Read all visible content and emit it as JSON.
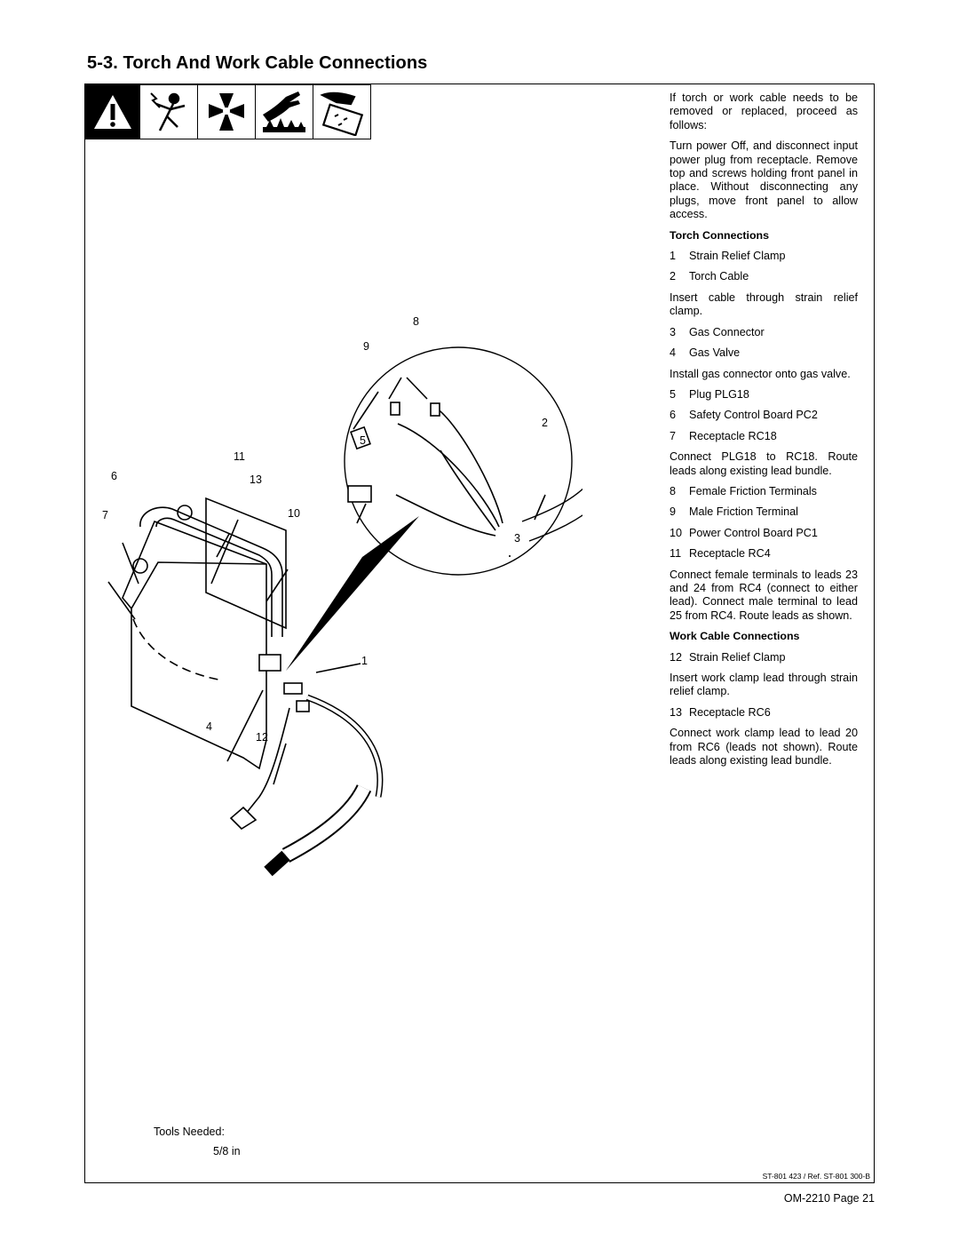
{
  "section": {
    "title": "5-3.   Torch And Work Cable Connections"
  },
  "warnings": {
    "icons": [
      "warning-triangle-icon",
      "electric-shock-icon",
      "moving-parts-icon",
      "hot-parts-icon",
      "static-electricity-board-icon"
    ]
  },
  "instructions": {
    "intro": "If torch or work cable needs to be removed or replaced, proceed as follows:",
    "power_off": "Turn power Off, and disconnect input power plug from receptacle. Remove top and screws holding front panel in place. Without disconnecting any plugs, move front panel to allow access.",
    "torch_heading": "Torch Connections",
    "torch_items_a": [
      {
        "num": "1",
        "text": "Strain Relief Clamp"
      },
      {
        "num": "2",
        "text": "Torch Cable"
      }
    ],
    "torch_para_a": "Insert cable through strain relief clamp.",
    "torch_items_b": [
      {
        "num": "3",
        "text": "Gas Connector"
      },
      {
        "num": "4",
        "text": "Gas Valve"
      }
    ],
    "torch_para_b": "Install gas connector onto gas valve.",
    "torch_items_c": [
      {
        "num": "5",
        "text": "Plug PLG18"
      },
      {
        "num": "6",
        "text": "Safety Control Board PC2"
      },
      {
        "num": "7",
        "text": "Receptacle RC18"
      }
    ],
    "torch_para_c": "Connect PLG18 to RC18. Route leads along existing lead bundle.",
    "torch_items_d": [
      {
        "num": "8",
        "text": "Female Friction Terminals"
      },
      {
        "num": "9",
        "text": "Male Friction Terminal"
      },
      {
        "num": "10",
        "text": "Power Control Board PC1"
      },
      {
        "num": "11",
        "text": "Receptacle RC4"
      }
    ],
    "torch_para_d": "Connect female terminals to leads 23 and 24 from RC4 (connect to either lead). Connect male terminal to lead 25 from RC4. Route leads as shown.",
    "work_heading": "Work Cable Connections",
    "work_items_a": [
      {
        "num": "12",
        "text": "Strain Relief Clamp"
      }
    ],
    "work_para_a": "Insert work clamp lead through strain relief clamp.",
    "work_items_b": [
      {
        "num": "13",
        "text": "Receptacle RC6"
      }
    ],
    "work_para_b": "Connect work clamp lead to lead 20 from RC6 (leads not shown). Route leads along existing lead bundle."
  },
  "diagram": {
    "callouts": [
      "1",
      "2",
      "3",
      "4",
      "5",
      "6",
      "7",
      "8",
      "9",
      "10",
      "11",
      "12",
      "13"
    ]
  },
  "tools": {
    "label": "Tools Needed:",
    "wrench_size": "5/8 in"
  },
  "reference": "ST-801 423 / Ref. ST-801 300-B",
  "footer": {
    "page": "OM-2210 Page 21"
  }
}
